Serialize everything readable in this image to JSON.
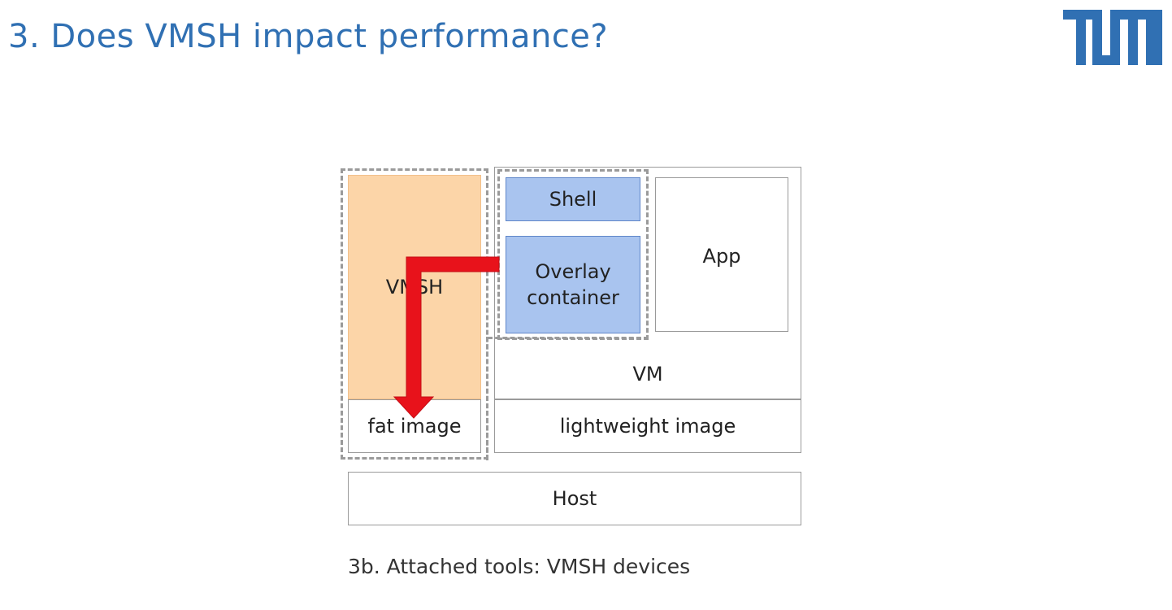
{
  "title": "3. Does VMSH impact performance?",
  "logo": {
    "text": "TUM",
    "color": "#3070b3"
  },
  "diagram": {
    "vmsh_label": "VMSH",
    "fat_image_label": "fat image",
    "shell_label": "Shell",
    "overlay_label": "Overlay container",
    "app_label": "App",
    "vm_label": "VM",
    "lightweight_image_label": "lightweight image",
    "host_label": "Host",
    "colors": {
      "vmsh_fill": "#fcd5a8",
      "container_fill": "#a9c4ef",
      "arrow": "#e8121b"
    }
  },
  "caption": "3b. Attached tools: VMSH devices"
}
